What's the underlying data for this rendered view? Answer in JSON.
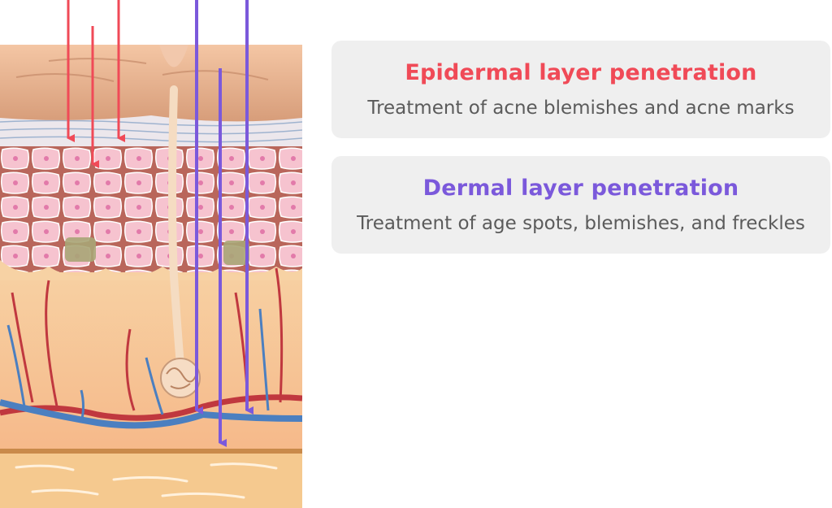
{
  "colors": {
    "epidermal_accent": "#f04a57",
    "dermal_accent": "#7b59db",
    "card_background": "#efefef",
    "subtitle_text": "#5b5b5b"
  },
  "illustration": {
    "subject": "skin-cross-section-icon",
    "arrows": [
      {
        "layer": "epidermal",
        "color": "#f04a57",
        "count": 3
      },
      {
        "layer": "dermal",
        "color": "#7b59db",
        "count": 3
      }
    ]
  },
  "cards": {
    "epidermal": {
      "title": "Epidermal layer penetration",
      "subtitle": "Treatment of acne blemishes and acne marks"
    },
    "dermal": {
      "title": "Dermal layer penetration",
      "subtitle": "Treatment of age spots, blemishes, and freckles"
    }
  }
}
